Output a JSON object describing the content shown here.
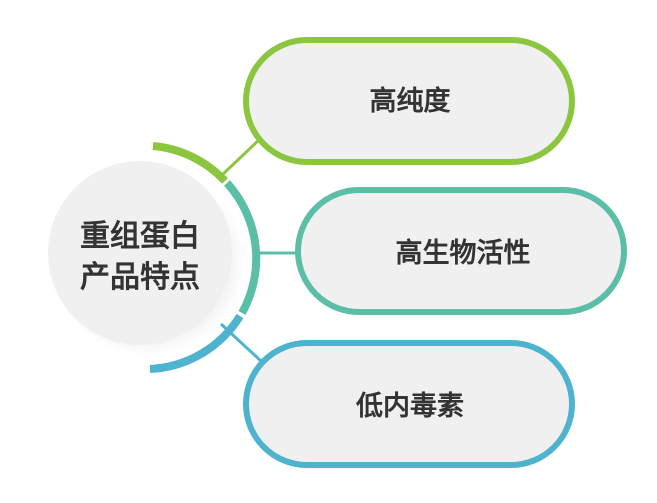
{
  "center": {
    "line1": "重组蛋白",
    "line2": "产品特点"
  },
  "features": [
    {
      "label": "高纯度",
      "color": "#8CC63F"
    },
    {
      "label": "高生物活性",
      "color": "#5BBFA8"
    },
    {
      "label": "低内毒素",
      "color": "#4DB3CF"
    }
  ],
  "colors": {
    "center_fill": "#F0F0F0",
    "pill_fill": "#F0F0F0",
    "text": "#333333"
  }
}
